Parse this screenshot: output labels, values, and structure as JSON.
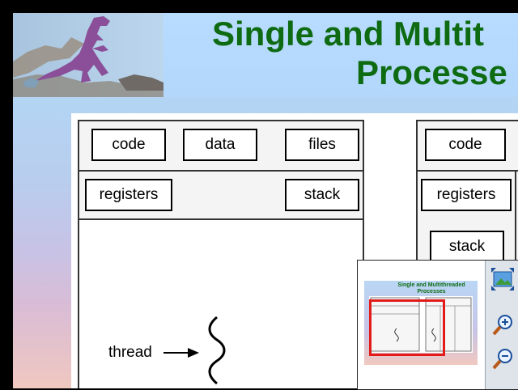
{
  "slide": {
    "title_line1": "Single and Multit",
    "title_line2": "Processe"
  },
  "single_process": {
    "code": "code",
    "data": "data",
    "files": "files",
    "registers": "registers",
    "stack": "stack",
    "thread_label": "thread"
  },
  "multi_process": {
    "code": "code",
    "registers": "registers",
    "stack": "stack"
  },
  "navigator": {
    "thumb_title_line1": "Single and Multithreaded",
    "thumb_title_line2": "Processes",
    "fit_icon": "fit-to-window-icon",
    "zoom_in_icon": "zoom-in-icon",
    "zoom_out_icon": "zoom-out-icon",
    "colors": {
      "viewport_rect": "#e21a1a",
      "title_green": "#0e6b12"
    }
  }
}
